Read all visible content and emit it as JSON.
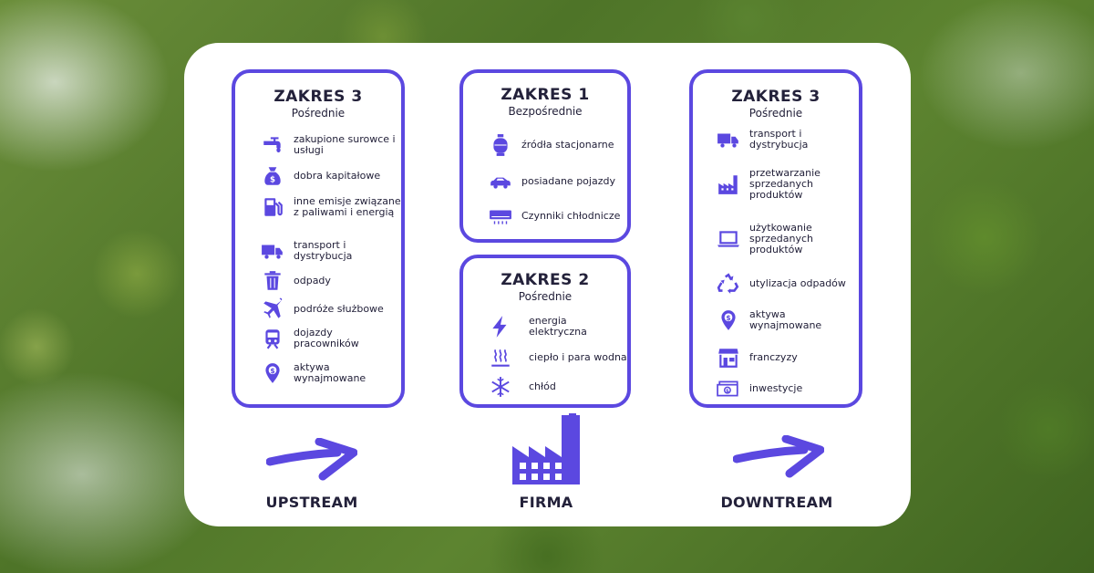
{
  "scope3_upstream": {
    "title": "ZAKRES 3",
    "subtitle": "Pośrednie",
    "items": [
      {
        "label": "zakupione surowce i usługi",
        "icon": "faucet-icon"
      },
      {
        "label": "dobra kapitałowe",
        "icon": "money-bag-icon"
      },
      {
        "label": "inne emisje związane z paliwami i energią",
        "icon": "fuel-pump-icon"
      },
      {
        "label": "transport i dystrybucja",
        "icon": "truck-icon"
      },
      {
        "label": "odpady",
        "icon": "trash-bin-icon"
      },
      {
        "label": "podróże służbowe",
        "icon": "airplane-icon"
      },
      {
        "label": "dojazdy pracowników",
        "icon": "train-icon"
      },
      {
        "label": "aktywa wynajmowane",
        "icon": "location-dollar-icon"
      }
    ]
  },
  "scope1": {
    "title": "ZAKRES 1",
    "subtitle": "Bezpośrednie",
    "items": [
      {
        "label": "źródła stacjonarne",
        "icon": "gas-cylinder-icon"
      },
      {
        "label": "posiadane pojazdy",
        "icon": "car-icon"
      },
      {
        "label": "Czynniki chłodnicze",
        "icon": "air-conditioner-icon"
      }
    ]
  },
  "scope2": {
    "title": "ZAKRES 2",
    "subtitle": "Pośrednie",
    "items": [
      {
        "label": "energia elektryczna",
        "icon": "lightning-icon"
      },
      {
        "label": "ciepło i para wodna",
        "icon": "steam-icon"
      },
      {
        "label": "chłód",
        "icon": "snowflake-icon"
      }
    ]
  },
  "scope3_downstream": {
    "title": "ZAKRES 3",
    "subtitle": "Pośrednie",
    "items": [
      {
        "label": "transport i dystrybucja",
        "icon": "truck-icon"
      },
      {
        "label": "przetwarzanie sprzedanych produktów",
        "icon": "factory-icon"
      },
      {
        "label": "użytkowanie sprzedanych produktów",
        "icon": "laptop-icon"
      },
      {
        "label": "utylizacja odpadów",
        "icon": "recycle-icon"
      },
      {
        "label": "aktywa wynajmowane",
        "icon": "location-dollar-icon"
      },
      {
        "label": "franczyzy",
        "icon": "storefront-icon"
      },
      {
        "label": "inwestycje",
        "icon": "banknotes-icon"
      }
    ]
  },
  "footer": {
    "upstream": "UPSTREAM",
    "company": "FIRMA",
    "downstream": "DOWNTREAM"
  },
  "colors": {
    "accent": "#5b48e0",
    "text": "#23213a",
    "panel": "#ffffff"
  }
}
